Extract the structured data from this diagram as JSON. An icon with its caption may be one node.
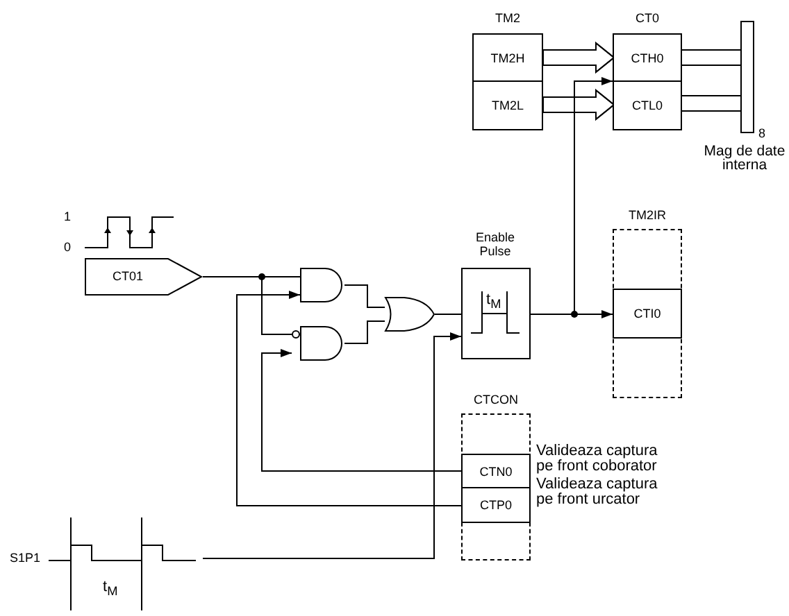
{
  "diagram": {
    "nodes": [
      {
        "text": [
          "TM2"
        ]
      },
      {
        "text": [
          "TM2H"
        ],
        "in": 0
      },
      {
        "text": [
          "TM2L"
        ],
        "in": 0
      },
      {
        "text": [
          "CT0"
        ]
      },
      {
        "text": [
          "CTH0"
        ],
        "in": 3
      },
      {
        "text": [
          "CTL0"
        ],
        "in": 3
      },
      {
        "text": [
          "Mag de date interna"
        ]
      },
      {
        "text": [
          "CT01"
        ]
      },
      {
        "text": [],
        "shape": "gate"
      },
      {
        "text": [],
        "shape": "gate"
      },
      {
        "text": [],
        "shape": "gate"
      },
      {
        "text": [
          "Enable Pulse",
          "t$_{M}$"
        ]
      },
      {
        "text": [
          "TM2IR"
        ]
      },
      {
        "text": [
          "CTI0"
        ],
        "in": 12
      },
      {
        "text": [
          "CTCON"
        ]
      },
      {
        "text": [
          "CTN0"
        ],
        "in": 14,
        "beside": [
          "Valideaza captura pe front coborator"
        ]
      },
      {
        "text": [
          "CTP0"
        ],
        "in": 14,
        "beside": [
          "Valideaza captura pe front urcator"
        ]
      },
      {
        "text": [
          "S1P1",
          "t$_{M}$"
        ]
      }
    ],
    "edges": [
      {
        "from": 1,
        "to": 4,
        "arrow": "to"
      },
      {
        "from": 2,
        "to": 5,
        "arrow": "to"
      },
      {
        "from": 4,
        "to": 6,
        "arrow": "none"
      },
      {
        "from": 5,
        "to": 6,
        "arrow": "none"
      },
      {
        "from": 7,
        "to": 8,
        "arrow": "none"
      },
      {
        "from": 7,
        "to": 9,
        "arrow": "none"
      },
      {
        "from": 8,
        "to": 10,
        "arrow": "none"
      },
      {
        "from": 9,
        "to": 10,
        "arrow": "none"
      },
      {
        "from": 10,
        "to": 11,
        "arrow": "none"
      },
      {
        "from": 11,
        "to": 13,
        "arrow": "to"
      },
      {
        "from": 11,
        "to": 3,
        "arrow": "to"
      },
      {
        "from": 16,
        "to": 8,
        "arrow": "to"
      },
      {
        "from": 15,
        "to": 9,
        "arrow": "to"
      },
      {
        "from": 17,
        "to": 11,
        "arrow": "to"
      }
    ],
    "labels": [
      "1",
      "0",
      "8"
    ]
  }
}
